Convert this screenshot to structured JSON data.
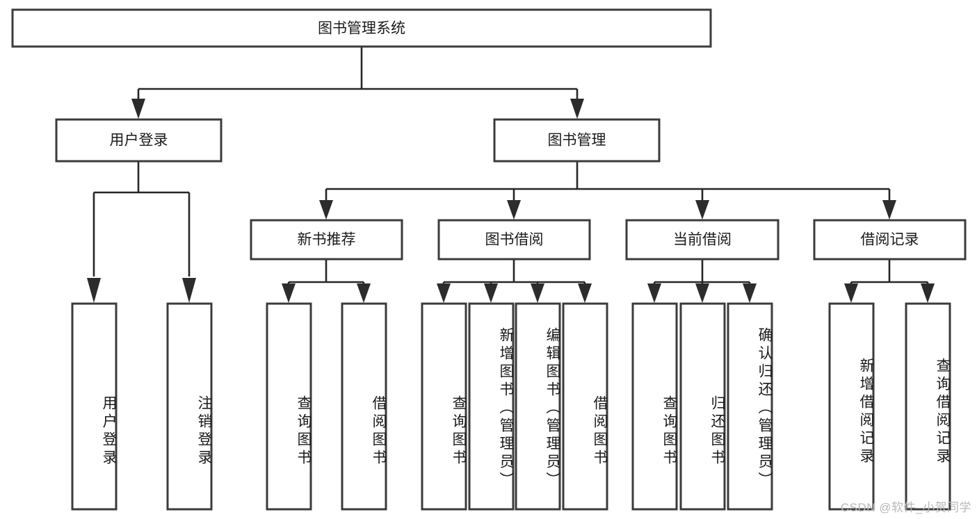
{
  "diagram": {
    "type": "tree-hierarchy",
    "title": "图书管理系统",
    "orientation": "top-down",
    "watermark": "CSDN @软件_小贺同学",
    "root": {
      "label": "图书管理系统"
    },
    "level2": [
      {
        "label": "用户登录"
      },
      {
        "label": "图书管理"
      }
    ],
    "level3": [
      {
        "label": "新书推荐"
      },
      {
        "label": "图书借阅"
      },
      {
        "label": "当前借阅"
      },
      {
        "label": "借阅记录"
      }
    ],
    "leaves": {
      "user_login": [
        "用户登录",
        "注销登录"
      ],
      "new_book_recommend": [
        "查询图书",
        "借阅图书"
      ],
      "book_borrow": [
        "查询图书",
        "新增图书（管理员）",
        "编辑图书（管理员）",
        "借阅图书"
      ],
      "current_borrow": [
        "查询图书",
        "归还图书",
        "确认归还（管理员）"
      ],
      "borrow_record": [
        "新增借阅记录",
        "查询借阅记录"
      ]
    },
    "colors": {
      "box_stroke": "#3b3b3b",
      "connector": "#262626",
      "box_fill": "#ffffff",
      "text": "#1a1a1a",
      "watermark": "#b9b9b9",
      "background": "#ffffff"
    }
  }
}
